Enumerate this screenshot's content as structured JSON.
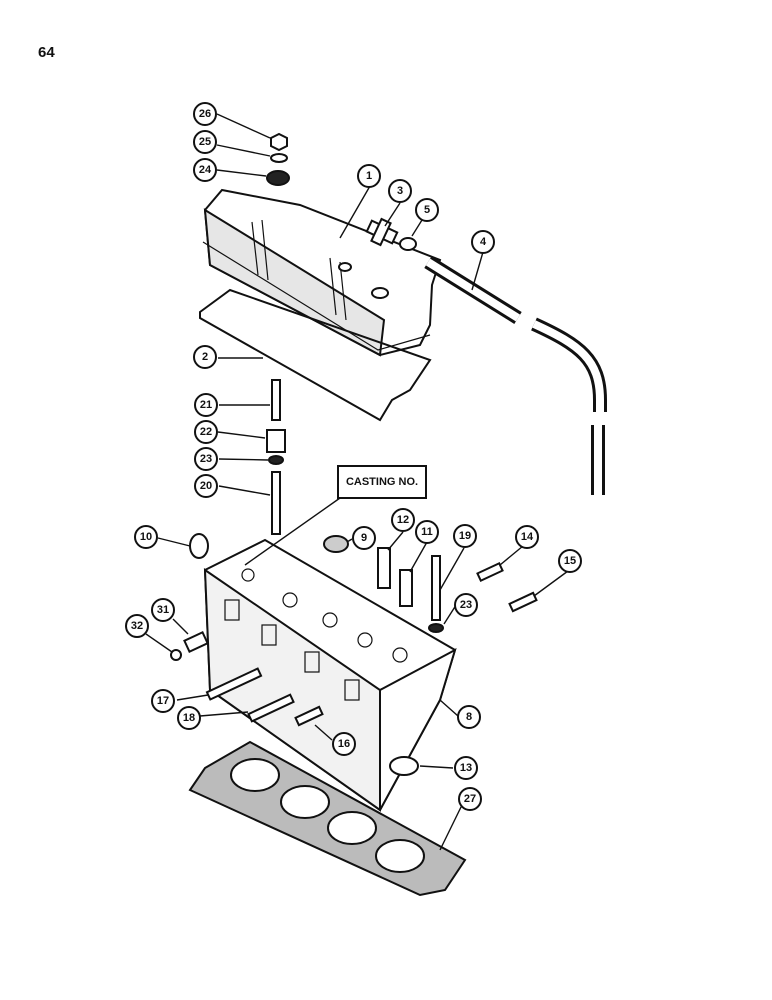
{
  "page_number": "64",
  "casting_label": "CASTING NO.",
  "callouts": [
    "1",
    "2",
    "3",
    "4",
    "5",
    "8",
    "9",
    "10",
    "11",
    "12",
    "13",
    "14",
    "15",
    "16",
    "17",
    "18",
    "19",
    "20",
    "21",
    "22",
    "23",
    "23",
    "24",
    "25",
    "26",
    "27",
    "31",
    "32"
  ]
}
